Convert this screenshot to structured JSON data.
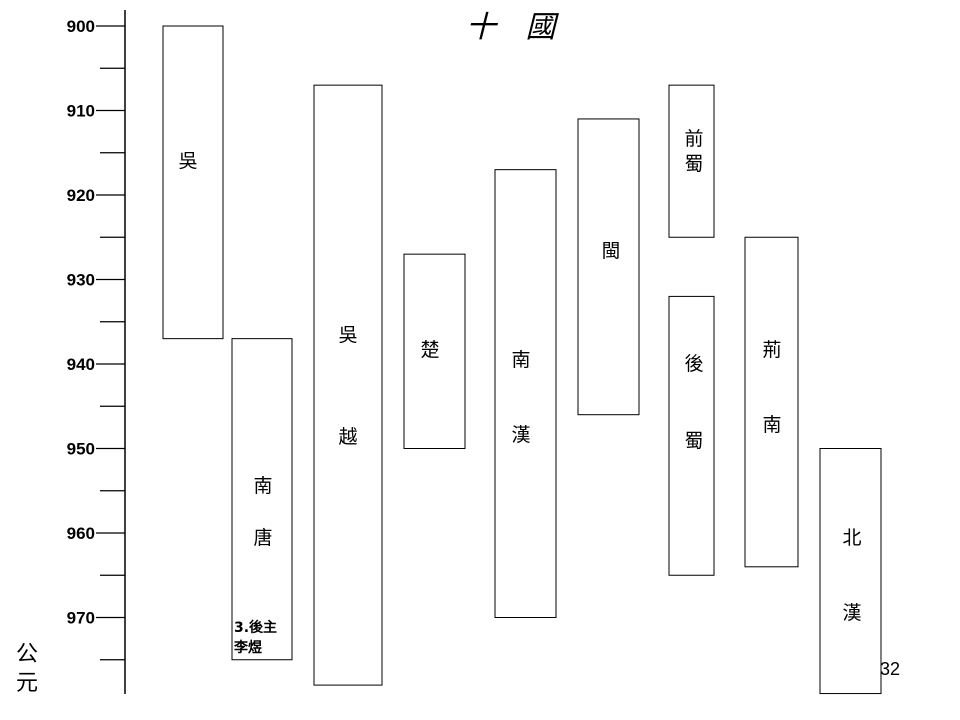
{
  "title": "十 國",
  "page_number": "32",
  "era_label": [
    "公",
    "元"
  ],
  "axis": {
    "tick_labels": [
      "900",
      "910",
      "920",
      "930",
      "940",
      "950",
      "960",
      "970"
    ],
    "year_range": [
      900,
      978
    ]
  },
  "states": [
    {
      "id": "wu",
      "name_lines": [
        "吳"
      ],
      "start": 900,
      "end": 937
    },
    {
      "id": "nantang",
      "name_lines": [
        "南",
        "唐"
      ],
      "start": 937,
      "end": 975,
      "note_lines": [
        "3.後主",
        "李煜"
      ]
    },
    {
      "id": "wuyue",
      "name_lines": [
        "吳",
        "越"
      ],
      "start": 907,
      "end": 978
    },
    {
      "id": "chu",
      "name_lines": [
        "楚"
      ],
      "start": 927,
      "end": 950
    },
    {
      "id": "nanhan",
      "name_lines": [
        "南",
        "漢"
      ],
      "start": 917,
      "end": 970
    },
    {
      "id": "min",
      "name_lines": [
        "閩"
      ],
      "start": 911,
      "end": 946
    },
    {
      "id": "qianshu",
      "name_lines": [
        "前",
        "蜀"
      ],
      "start": 907,
      "end": 925
    },
    {
      "id": "houshu",
      "name_lines": [
        "後",
        "蜀"
      ],
      "start": 932,
      "end": 965
    },
    {
      "id": "jingnan",
      "name_lines": [
        "荊",
        "南"
      ],
      "start": 925,
      "end": 964
    },
    {
      "id": "beihan",
      "name_lines": [
        "北",
        "漢"
      ],
      "start": 950,
      "end": 979
    }
  ]
}
